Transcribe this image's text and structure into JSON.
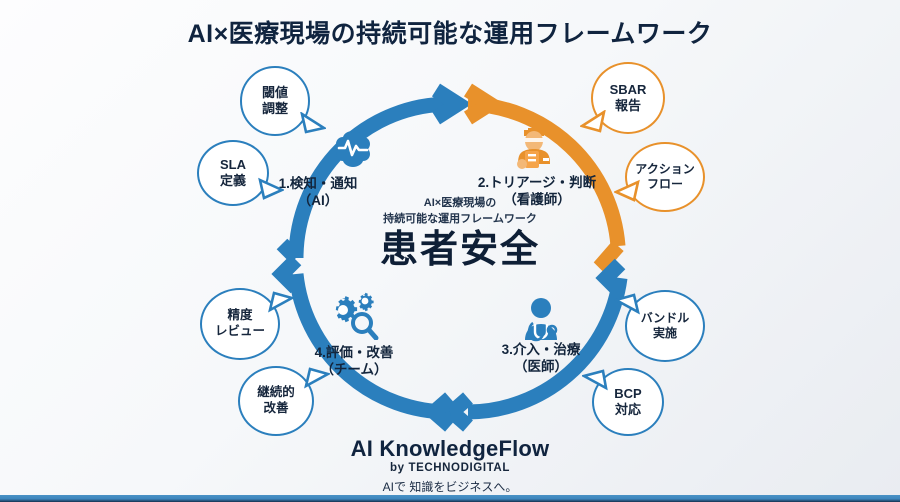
{
  "title": "AI×医療現場の持続可能な運用フレームワーク",
  "colors": {
    "blue": "#2b7fbd",
    "orange": "#e8912b",
    "navy": "#10243f",
    "background_light": "#fdfdfe",
    "background_dark": "#e9ecf1",
    "bottom_bar": "#3d86bd"
  },
  "center": {
    "line1": "AI×医療現場の",
    "line2": "持続可能な運用フレームワーク",
    "headline": "患者安全"
  },
  "cycle": {
    "steps": [
      {
        "index": "1",
        "label_line1": "1.検知・通知",
        "label_line2": "（AI）",
        "icon": "brain-pulse-icon",
        "color": "#2b7fbd",
        "position": "top-left"
      },
      {
        "index": "2",
        "label_line1": "2.トリアージ・判断",
        "label_line2": "（看護師）",
        "icon": "nurse-clipboard-icon",
        "color": "#e8912b",
        "position": "top-right"
      },
      {
        "index": "3",
        "label_line1": "3.介入・治療",
        "label_line2": "（医師）",
        "icon": "doctor-stethoscope-icon",
        "color": "#2b7fbd",
        "position": "bottom-right"
      },
      {
        "index": "4",
        "label_line1": "4.評価・改善",
        "label_line2": "（チーム）",
        "icon": "gears-magnifier-icon",
        "color": "#2b7fbd",
        "position": "bottom-left"
      }
    ]
  },
  "bubbles": [
    {
      "line1": "閾値",
      "line2": "調整",
      "color": "blue",
      "position": "top-left-upper"
    },
    {
      "line1": "SLA",
      "line2": "定義",
      "color": "blue",
      "position": "top-left-lower"
    },
    {
      "line1": "SBAR",
      "line2": "報告",
      "color": "orange",
      "position": "top-right-upper"
    },
    {
      "line1": "アクション",
      "line2": "フロー",
      "color": "orange",
      "position": "top-right-lower"
    },
    {
      "line1": "バンドル",
      "line2": "実施",
      "color": "blue",
      "position": "bottom-right-upper"
    },
    {
      "line1": "BCP",
      "line2": "対応",
      "color": "blue",
      "position": "bottom-right-lower"
    },
    {
      "line1": "精度",
      "line2": "レビュー",
      "color": "blue",
      "position": "bottom-left-upper"
    },
    {
      "line1": "継続的",
      "line2": "改善",
      "color": "blue",
      "position": "bottom-left-lower"
    }
  ],
  "footer": {
    "brand": "AI KnowledgeFlow",
    "by": "by TECHNODIGITAL",
    "tagline": "AIで 知識をビジネスへ。"
  }
}
